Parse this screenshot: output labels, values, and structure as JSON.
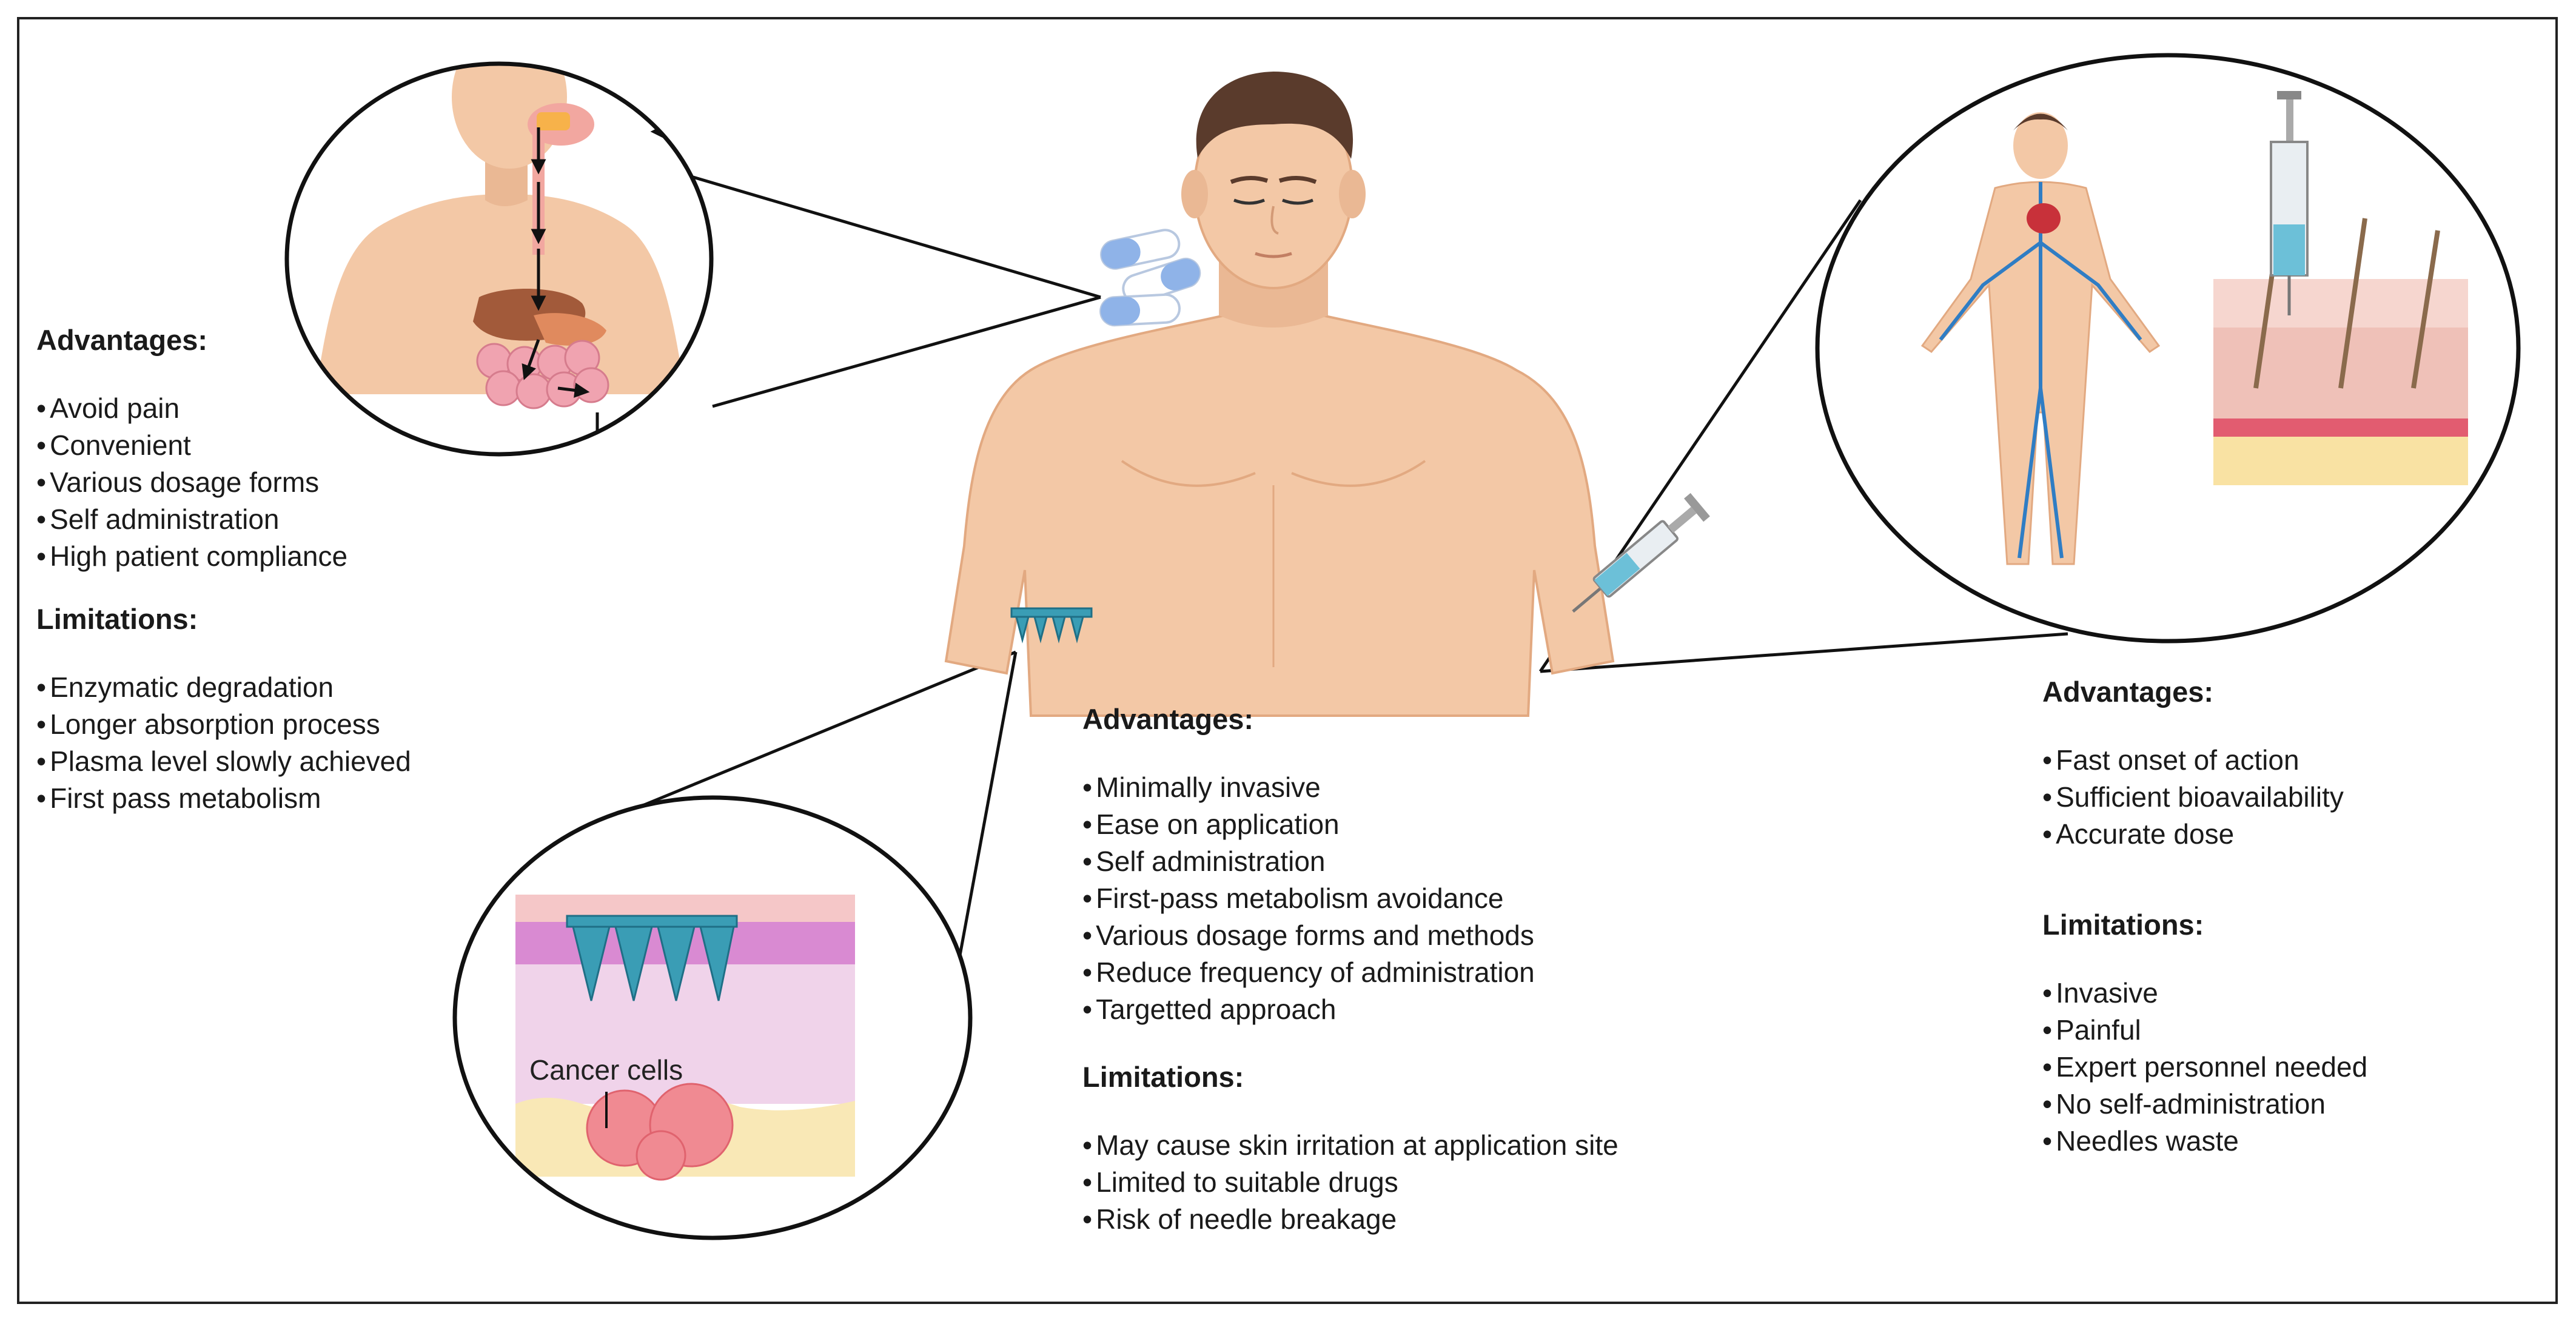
{
  "left_panel": {
    "advantages_title": "Advantages:",
    "advantages": [
      "Avoid pain",
      "Convenient",
      "Various dosage forms",
      "Self administration",
      "High patient compliance"
    ],
    "limitations_title": "Limitations:",
    "limitations": [
      "Enzymatic degradation",
      "Longer absorption process",
      "Plasma level slowly achieved",
      "First pass metabolism"
    ]
  },
  "center_panel": {
    "advantages_title": "Advantages:",
    "advantages": [
      "Minimally invasive",
      "Ease on application",
      "Self administration",
      "First-pass metabolism avoidance",
      "Various dosage forms and methods",
      "Reduce frequency of administration",
      "Targetted approach"
    ],
    "limitations_title": "Limitations:",
    "limitations": [
      "May cause skin irritation at application site",
      "Limited to suitable drugs",
      "Risk of needle breakage"
    ]
  },
  "right_panel": {
    "advantages_title": "Advantages:",
    "advantages": [
      "Fast onset of action",
      "Sufficient bioavailability",
      "Accurate dose"
    ],
    "limitations_title": "Limitations:",
    "limitations": [
      "Invasive",
      "Painful",
      "Expert personnel needed",
      "No self-administration",
      "Needles waste"
    ]
  },
  "callouts": {
    "cancer_cells": "Cancer cells"
  },
  "colors": {
    "skin": "#f3c8a6",
    "skin_shadow": "#e8b08a",
    "hair": "#5a3b2c",
    "vein_blue": "#2f7dc4",
    "heart_red": "#c8313a",
    "pill_blue": "#8fb3e8",
    "microneedle_teal": "#3a9db5",
    "cancer_pink": "#f08a92",
    "outline": "#111111"
  }
}
